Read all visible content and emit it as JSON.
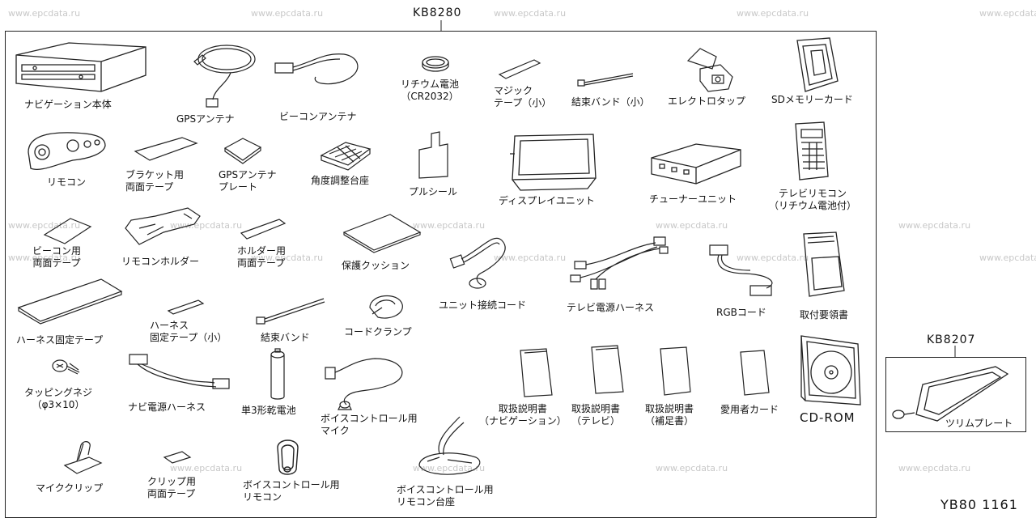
{
  "watermark": "www.epcdata.ru",
  "kit_main": "KB8280",
  "kit_sub": "KB8207",
  "ref_code": "YB80 1161",
  "parts": {
    "nav_unit": [
      "ナビゲーション本体"
    ],
    "gps_antenna": [
      "GPSアンテナ"
    ],
    "beacon_antenna": [
      "ビーコンアンテナ"
    ],
    "battery_cr2032": [
      "リチウム電池",
      "（CR2032）"
    ],
    "magic_tape": [
      "マジック",
      "テープ（小）"
    ],
    "cable_tie_small": [
      "結束バンド（小）"
    ],
    "electro_tap": [
      "エレクトロタップ"
    ],
    "sd_card": [
      "SDメモリーカード"
    ],
    "remote": [
      "リモコン"
    ],
    "bracket_tape": [
      "ブラケット用",
      "両面テープ"
    ],
    "gps_plate": [
      "GPSアンテナ",
      "プレート"
    ],
    "angle_base": [
      "角度調整台座"
    ],
    "pull_seal": [
      "プルシール"
    ],
    "display_unit": [
      "ディスプレイユニット"
    ],
    "tuner_unit": [
      "チューナーユニット"
    ],
    "tv_remote": [
      "テレビリモコン",
      "（リチウム電池付）"
    ],
    "beacon_tape": [
      "ビーコン用",
      "両面テープ"
    ],
    "remote_holder": [
      "リモコンホルダー"
    ],
    "holder_tape": [
      "ホルダー用",
      "両面テープ"
    ],
    "cushion": [
      "保護クッション"
    ],
    "unit_cord": [
      "ユニット接続コード"
    ],
    "tv_harness": [
      "テレビ電源ハーネス"
    ],
    "rgb_cord": [
      "RGBコード"
    ],
    "install_manual": [
      "取付要領書"
    ],
    "harness_tape": [
      "ハーネス固定テープ"
    ],
    "harness_tape_small": [
      "ハーネス",
      "固定テープ（小）"
    ],
    "cable_tie": [
      "結束バンド"
    ],
    "cord_clamp": [
      "コードクランプ"
    ],
    "tapping_screw": [
      "タッピングネジ",
      "（φ3×10）"
    ],
    "nav_harness": [
      "ナビ電源ハーネス"
    ],
    "aa_battery": [
      "単3形乾電池"
    ],
    "voice_mic": [
      "ボイスコントロール用",
      "マイク"
    ],
    "manual_nav": [
      "取扱説明書",
      "（ナビゲーション）"
    ],
    "manual_tv": [
      "取扱説明書",
      "（テレビ）"
    ],
    "manual_supp": [
      "取扱説明書",
      "（補足書）"
    ],
    "user_card": [
      "愛用者カード"
    ],
    "cd_rom": [
      "CD-ROM"
    ],
    "mic_clip": [
      "マイククリップ"
    ],
    "clip_tape": [
      "クリップ用",
      "両面テープ"
    ],
    "voice_remote": [
      "ボイスコントロール用",
      "リモコン"
    ],
    "voice_remote_base": [
      "ボイスコントロール用",
      "リモコン台座"
    ],
    "trim_plate": [
      "ツリムプレート"
    ]
  }
}
